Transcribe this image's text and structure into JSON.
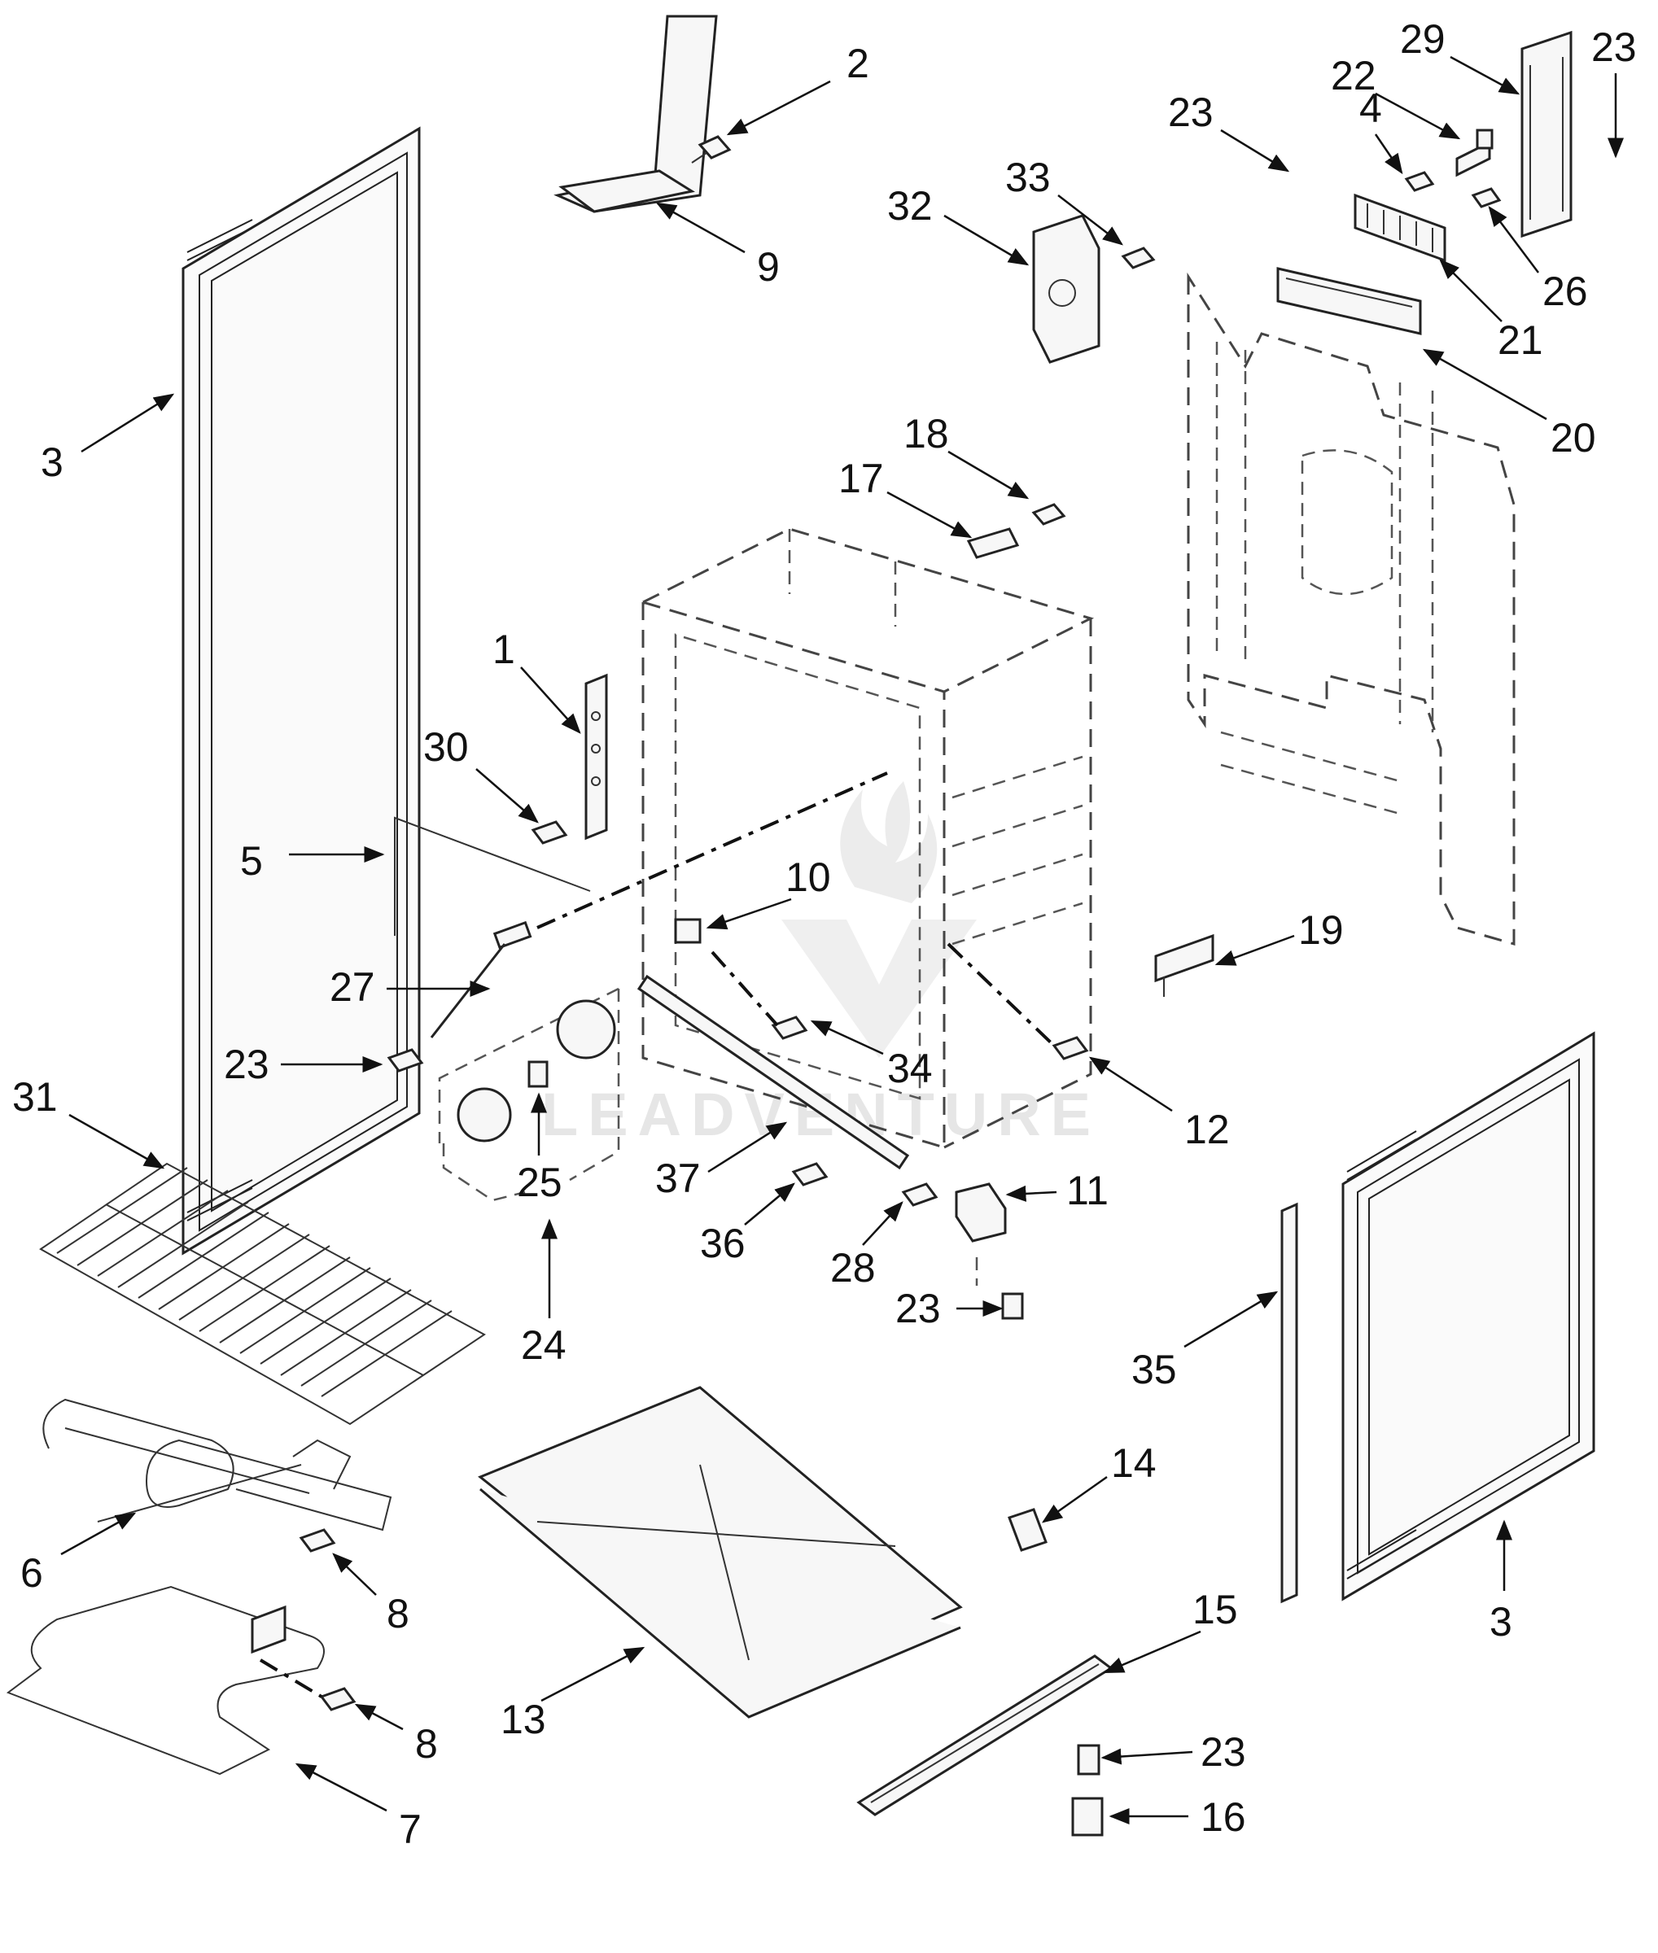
{
  "diagram": {
    "watermark": "LEADVENTURE",
    "callouts": [
      "1",
      "2",
      "3",
      "3",
      "4",
      "5",
      "6",
      "7",
      "8",
      "8",
      "9",
      "10",
      "11",
      "12",
      "13",
      "14",
      "15",
      "16",
      "17",
      "18",
      "19",
      "20",
      "21",
      "22",
      "23",
      "23",
      "23",
      "23",
      "23",
      "23",
      "24",
      "25",
      "26",
      "27",
      "28",
      "29",
      "30",
      "31",
      "32",
      "33",
      "34",
      "35",
      "36",
      "37"
    ]
  }
}
